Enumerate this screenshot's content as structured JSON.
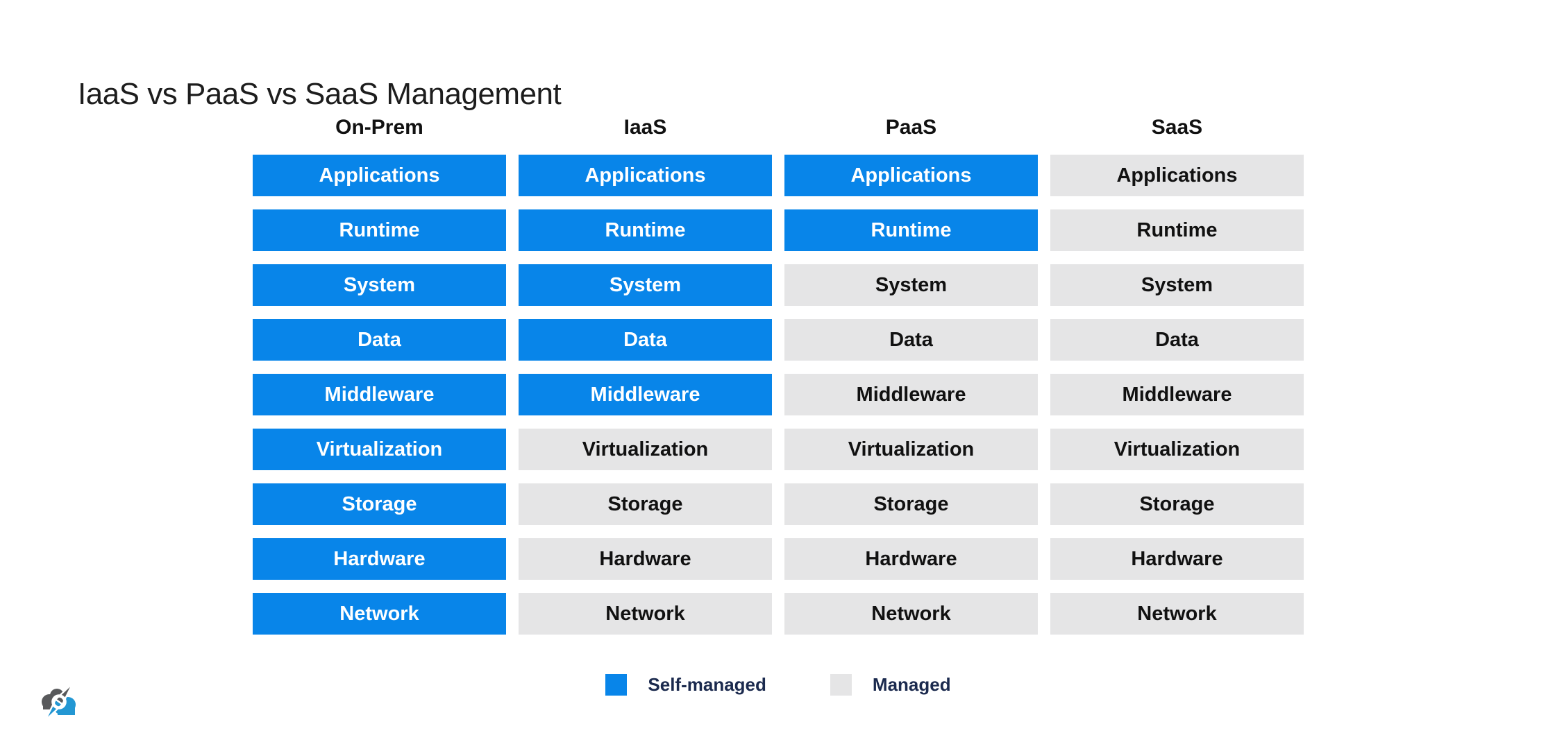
{
  "title": "IaaS vs PaaS vs SaaS Management",
  "colors": {
    "background": "#ffffff",
    "self_managed": "#0885e9",
    "managed": "#e5e5e6",
    "self_managed_text": "#ffffff",
    "managed_text": "#111111",
    "header_text": "#111111",
    "title_text": "#1d1d1d",
    "legend_text": "#1b2a4e",
    "logo_gray": "#58595b",
    "logo_blue": "#2397d3"
  },
  "layers": [
    "Applications",
    "Runtime",
    "System",
    "Data",
    "Middleware",
    "Virtualization",
    "Storage",
    "Hardware",
    "Network"
  ],
  "columns": [
    {
      "label": "On-Prem",
      "cells": [
        {
          "label": "Applications",
          "state": "self-managed"
        },
        {
          "label": "Runtime",
          "state": "self-managed"
        },
        {
          "label": "System",
          "state": "self-managed"
        },
        {
          "label": "Data",
          "state": "self-managed"
        },
        {
          "label": "Middleware",
          "state": "self-managed"
        },
        {
          "label": "Virtualization",
          "state": "self-managed"
        },
        {
          "label": "Storage",
          "state": "self-managed"
        },
        {
          "label": "Hardware",
          "state": "self-managed"
        },
        {
          "label": "Network",
          "state": "self-managed"
        }
      ]
    },
    {
      "label": "IaaS",
      "cells": [
        {
          "label": "Applications",
          "state": "self-managed"
        },
        {
          "label": "Runtime",
          "state": "self-managed"
        },
        {
          "label": "System",
          "state": "self-managed"
        },
        {
          "label": "Data",
          "state": "self-managed"
        },
        {
          "label": "Middleware",
          "state": "self-managed"
        },
        {
          "label": "Virtualization",
          "state": "managed"
        },
        {
          "label": "Storage",
          "state": "managed"
        },
        {
          "label": "Hardware",
          "state": "managed"
        },
        {
          "label": "Network",
          "state": "managed"
        }
      ]
    },
    {
      "label": "PaaS",
      "cells": [
        {
          "label": "Applications",
          "state": "self-managed"
        },
        {
          "label": "Runtime",
          "state": "self-managed"
        },
        {
          "label": "System",
          "state": "managed"
        },
        {
          "label": "Data",
          "state": "managed"
        },
        {
          "label": "Middleware",
          "state": "managed"
        },
        {
          "label": "Virtualization",
          "state": "managed"
        },
        {
          "label": "Storage",
          "state": "managed"
        },
        {
          "label": "Hardware",
          "state": "managed"
        },
        {
          "label": "Network",
          "state": "managed"
        }
      ]
    },
    {
      "label": "SaaS",
      "cells": [
        {
          "label": "Applications",
          "state": "managed"
        },
        {
          "label": "Runtime",
          "state": "managed"
        },
        {
          "label": "System",
          "state": "managed"
        },
        {
          "label": "Data",
          "state": "managed"
        },
        {
          "label": "Middleware",
          "state": "managed"
        },
        {
          "label": "Virtualization",
          "state": "managed"
        },
        {
          "label": "Storage",
          "state": "managed"
        },
        {
          "label": "Hardware",
          "state": "managed"
        },
        {
          "label": "Network",
          "state": "managed"
        }
      ]
    }
  ],
  "legend": {
    "items": [
      {
        "label": "Self-managed",
        "state": "self-managed"
      },
      {
        "label": "Managed",
        "state": "managed"
      }
    ]
  },
  "logo": {
    "name": "cloud-compass-logo"
  }
}
